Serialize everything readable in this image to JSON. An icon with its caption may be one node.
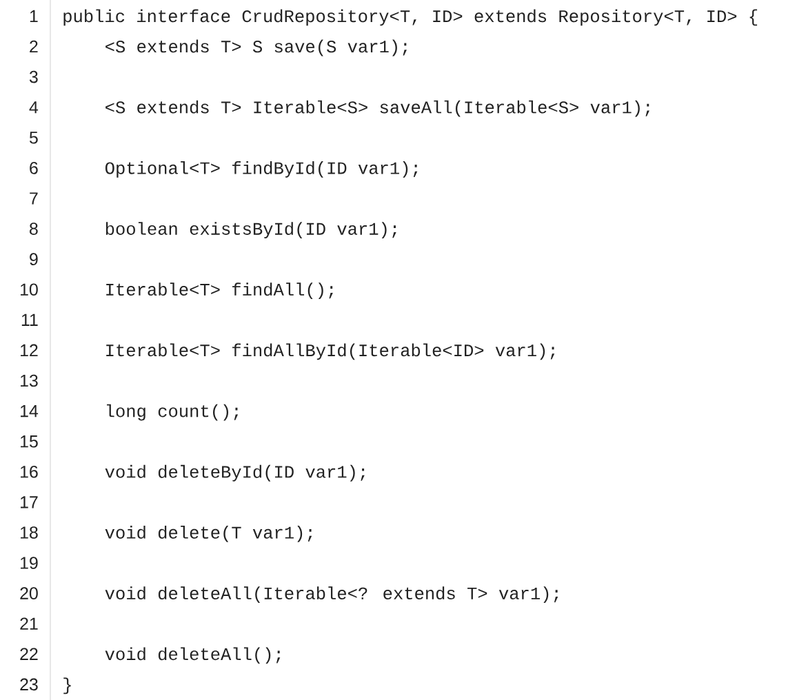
{
  "diagram": {
    "labels": [
      "1",
      "public interface CrudRepository<T, ID> extends Repository<T, ID> {",
      "2",
      "<S extends T> S save(S var1);",
      "3",
      "4",
      "<S extends T> Iterable<S> saveAll(Iterable<S> var1);",
      "5",
      "6",
      "Optional<T> findById(ID var1);",
      "7",
      "8",
      "boolean existsById(ID var1);",
      "9",
      "10",
      "Iterable<T> findAll();",
      "11",
      "12",
      "Iterable<T> findAllById(Iterable<ID> var1);",
      "13",
      "14",
      "long count();",
      "15",
      "16",
      "void deleteById(ID var1);",
      "17",
      "18",
      "void delete(T var1);",
      "19",
      "20",
      "void deleteAll(Iterable<? extends T> var1);",
      "21",
      "22",
      "void deleteAll();",
      "23",
      "}"
    ]
  }
}
